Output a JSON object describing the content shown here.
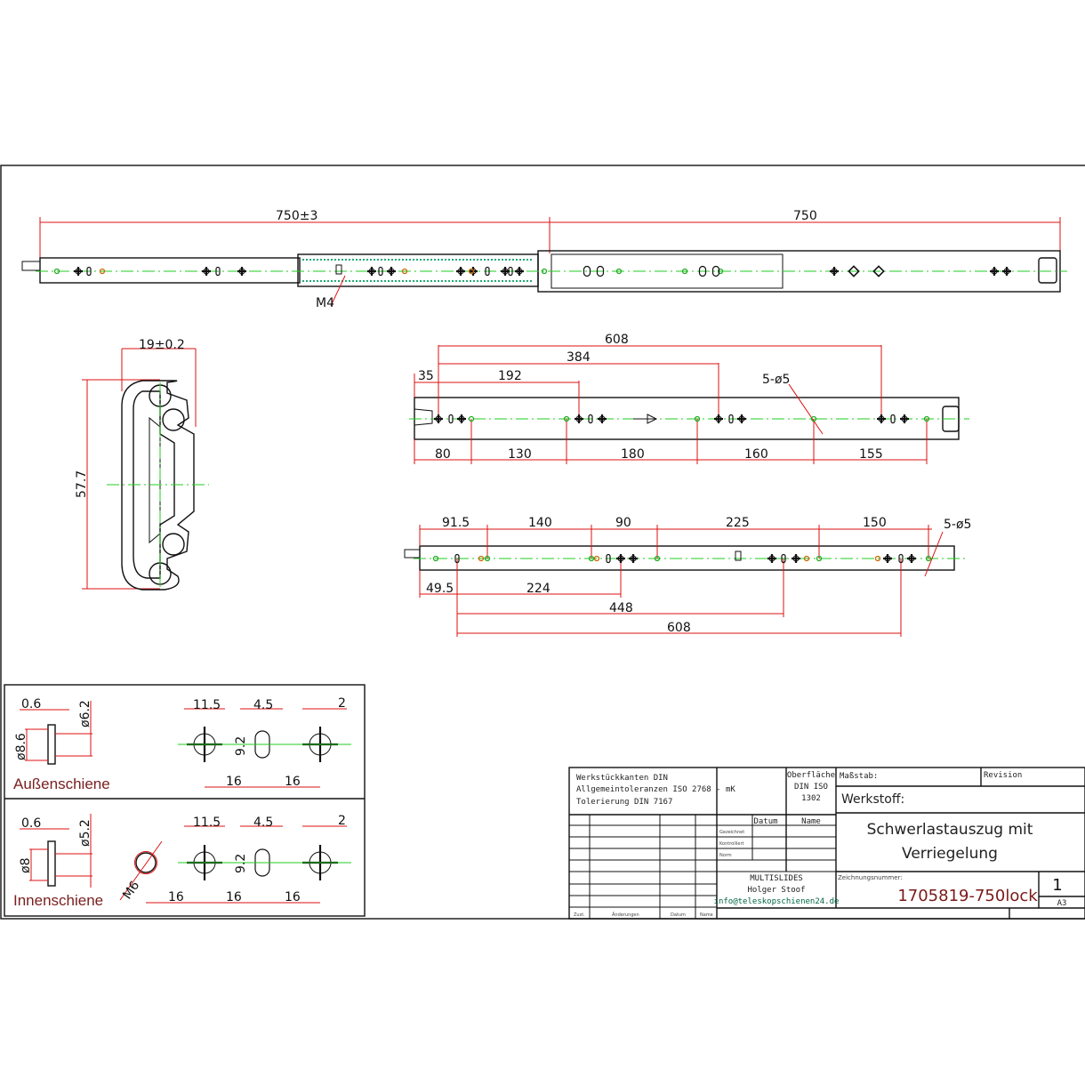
{
  "top_view": {
    "dim_left": "750±3",
    "dim_right": "750",
    "thread_label": "M4"
  },
  "cross_section": {
    "width": "19±0.2",
    "height": "57.7"
  },
  "outer_rail": {
    "dims_top": [
      "35",
      "192",
      "384",
      "608"
    ],
    "dims_bottom": [
      "80",
      "130",
      "180",
      "160",
      "155"
    ],
    "holes_label": "5-ø5"
  },
  "inner_rail": {
    "dims_top": [
      "91.5",
      "140",
      "90",
      "225",
      "150"
    ],
    "holes_label": "5-ø5",
    "dims_bottom": [
      "49.5",
      "224",
      "448",
      "608"
    ]
  },
  "details": {
    "outer": {
      "label": "Außenschiene",
      "t": "0.6",
      "d_outer": "ø8.6",
      "d_inner": "ø6.2",
      "w_cross": "11.5",
      "w_slot": "4.5",
      "h_slot": "9.2",
      "w_arm": "2",
      "pitch": [
        "16",
        "16"
      ]
    },
    "inner": {
      "label": "Innenschiene",
      "t": "0.6",
      "d_outer": "ø8",
      "d_inner": "ø5.2",
      "thread": "M6",
      "w_cross": "11.5",
      "w_slot": "4.5",
      "h_slot": "9.2",
      "w_arm": "2",
      "pitch": [
        "16",
        "16",
        "16"
      ]
    }
  },
  "title_block": {
    "notes": [
      "Werkstückkanten DIN",
      "Allgemeintoleranzen ISO 2768 - mK",
      "Tolerierung DIN 7167"
    ],
    "surface": [
      "Oberfläche",
      "DIN ISO",
      "1302"
    ],
    "scale_label": "Maßstab:",
    "revision_label": "Revision",
    "material_label": "Werkstoff:",
    "col_date": "Datum",
    "col_name": "Name",
    "rows": [
      "Gezeichnet",
      "Kontrolliert",
      "Norm"
    ],
    "company": [
      "MULTISLIDES",
      "Holger Stoof",
      "info@teleskopschienen24.de"
    ],
    "title": [
      "Schwerlastauszug mit",
      "Verriegelung"
    ],
    "drawing_no_label": "Zeichnungsnummer:",
    "drawing_no": "1705819-750lock",
    "sheet": "1",
    "format": "A3",
    "footer": [
      "Zust.",
      "Änderungen",
      "Datum",
      "Name"
    ]
  },
  "colors": {
    "dimension": "#dd1111",
    "centerline": "#22cc22",
    "label": "#7a2020"
  }
}
